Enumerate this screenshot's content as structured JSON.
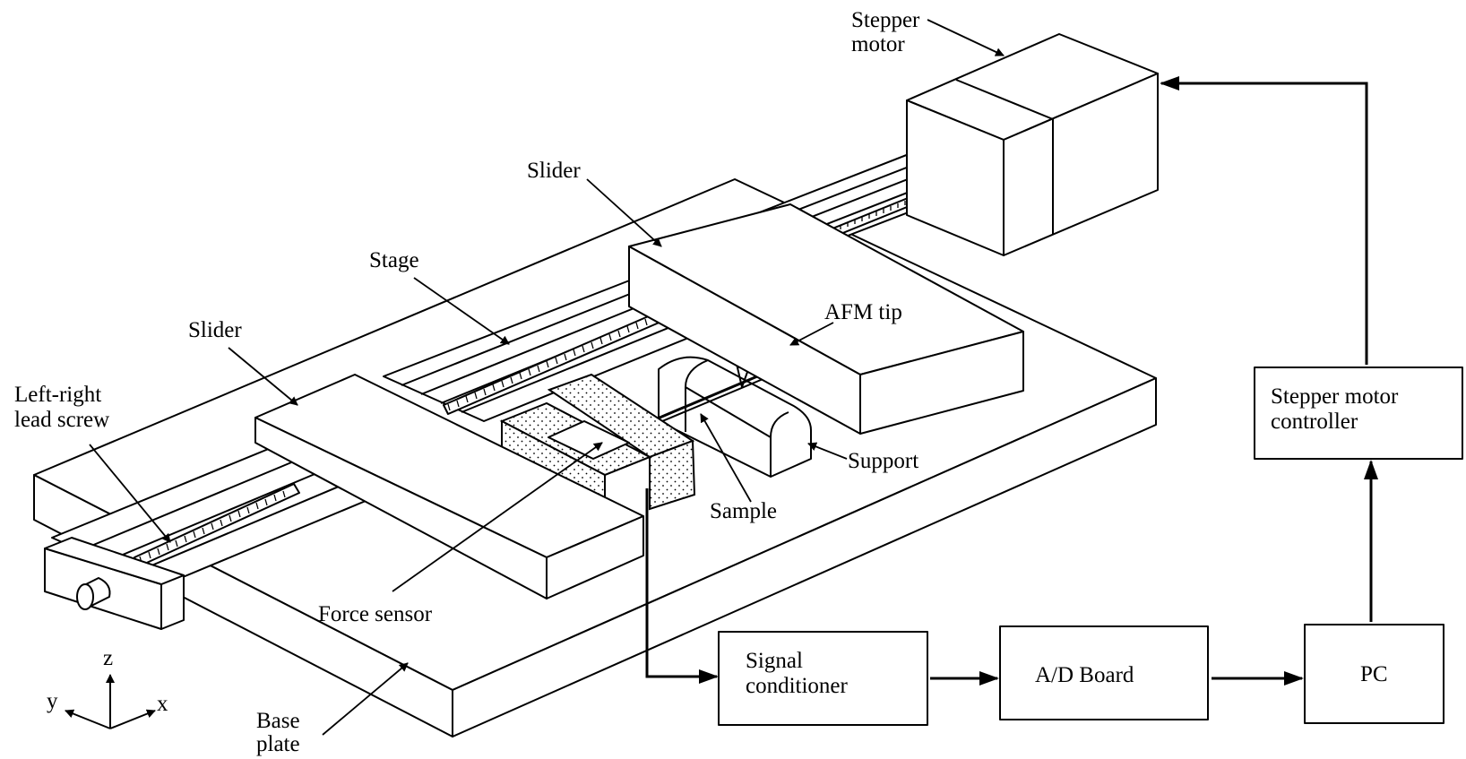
{
  "labels": {
    "stepper_motor_line1": "Stepper",
    "stepper_motor_line2": "motor",
    "slider_top": "Slider",
    "stage": "Stage",
    "slider_left": "Slider",
    "lead_screw_line1": "Left-right",
    "lead_screw_line2": "lead screw",
    "afm_tip": "AFM tip",
    "support": "Support",
    "sample": "Sample",
    "force_sensor": "Force sensor",
    "base_plate_line1": "Base",
    "base_plate_line2": "plate"
  },
  "axes": {
    "z": "z",
    "y": "y",
    "x": "x"
  },
  "blocks": {
    "signal_conditioner_line1": "Signal",
    "signal_conditioner_line2": "conditioner",
    "ad_board": "A/D Board",
    "pc": "PC",
    "stepper_controller_line1": "Stepper motor",
    "stepper_controller_line2": "controller"
  }
}
